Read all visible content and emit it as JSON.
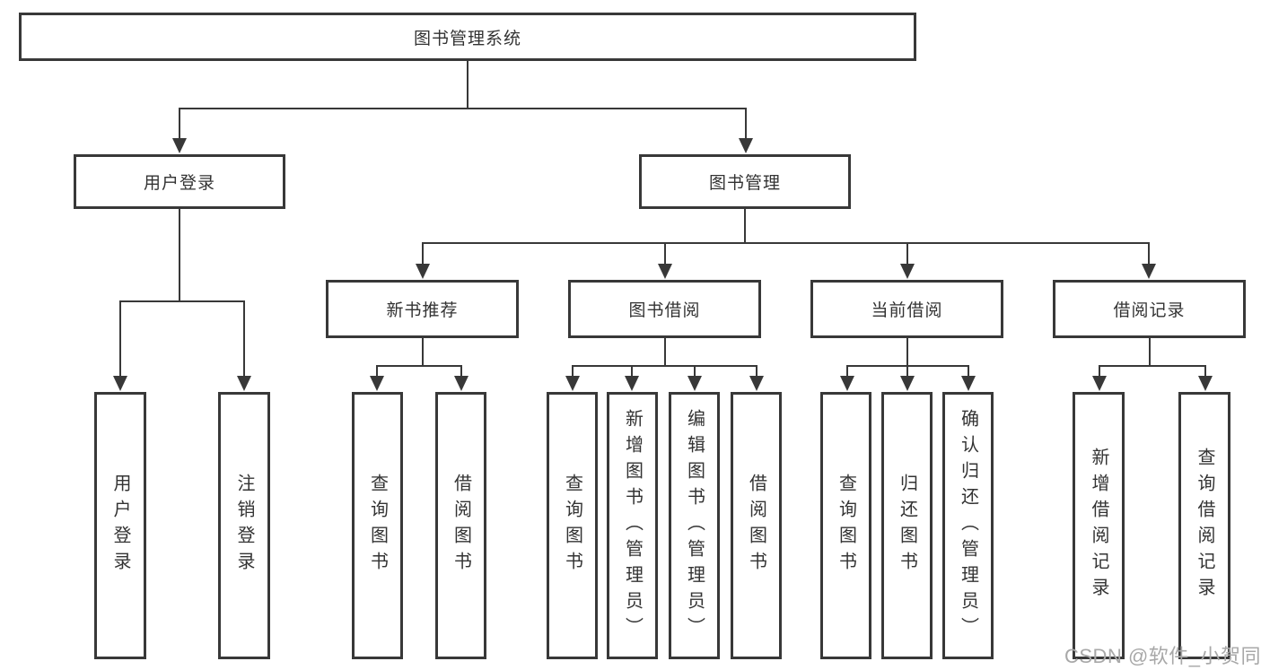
{
  "tree": {
    "root": "图书管理系统",
    "branches": [
      {
        "label": "用户登录",
        "children": [
          "用户登录",
          "注销登录"
        ]
      },
      {
        "label": "图书管理",
        "sections": [
          {
            "label": "新书推荐",
            "children": [
              "查询图书",
              "借阅图书"
            ]
          },
          {
            "label": "图书借阅",
            "children": [
              "查询图书",
              "新增图书（管理员）",
              "编辑图书（管理员）",
              "借阅图书"
            ]
          },
          {
            "label": "当前借阅",
            "children": [
              "查询图书",
              "归还图书",
              "确认归还（管理员）"
            ]
          },
          {
            "label": "借阅记录",
            "children": [
              "新增借阅记录",
              "查询借阅记录"
            ]
          }
        ]
      }
    ]
  },
  "watermark": "CSDN @软件_小贺同学",
  "colors": {
    "line": "#383838",
    "text": "#333333",
    "watermark": "#a8a8a8",
    "background": "#ffffff"
  }
}
